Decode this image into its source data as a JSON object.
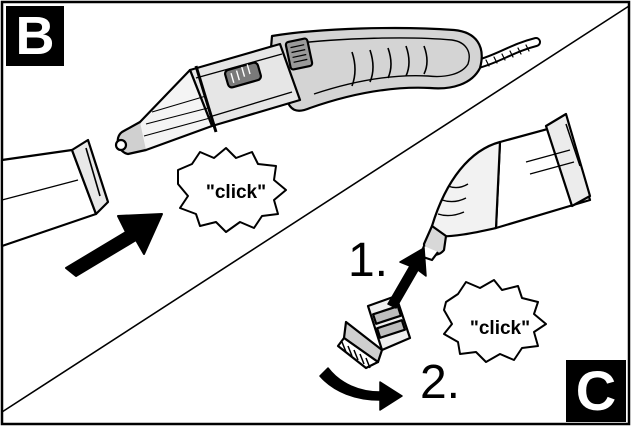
{
  "panels": {
    "b": {
      "label": "B",
      "sound": "\"click\""
    },
    "c": {
      "label": "C",
      "sound": "\"click\"",
      "step1": "1.",
      "step2": "2."
    }
  },
  "colors": {
    "ink": "#000000",
    "paper": "#ffffff",
    "shade": "#bdbdbd"
  }
}
